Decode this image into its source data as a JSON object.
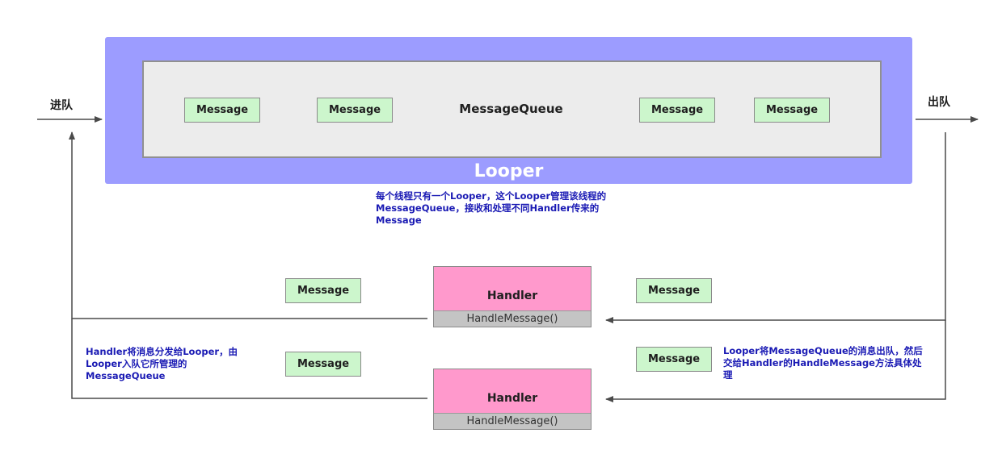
{
  "looper": {
    "label": "Looper",
    "queue_label": "MessageQueue",
    "messages": [
      "Message",
      "Message",
      "Message",
      "Message"
    ]
  },
  "flow": {
    "enqueue_label": "进队",
    "dequeue_label": "出队"
  },
  "handlers": [
    {
      "title": "Handler",
      "method": "HandleMessage()",
      "outgoing_message": "Message",
      "incoming_message": "Message"
    },
    {
      "title": "Handler",
      "method": "HandleMessage()",
      "outgoing_message": "Message",
      "incoming_message": "Message"
    }
  ],
  "notes": {
    "looper_note": [
      "每个线程只有一个Looper，这个Looper管理该线程的",
      "MessageQueue，接收和处理不同Handler传来的",
      "Message"
    ],
    "enqueue_note": [
      "Handler将消息分发给Looper，由",
      "Looper入队它所管理的",
      "MessageQueue"
    ],
    "dequeue_note": [
      "Looper将MessageQueue的消息出队，然后",
      "交给Handler的HandleMessage方法具体处",
      "理"
    ]
  },
  "colors": {
    "looper_fill": "#9c9cff",
    "queue_fill": "#ececec",
    "message_fill": "#ccf6cc",
    "handler_fill": "#ff99cc",
    "method_fill": "#c4c4c4",
    "note_text": "#1a1ab4",
    "line": "#4a4a4a"
  }
}
